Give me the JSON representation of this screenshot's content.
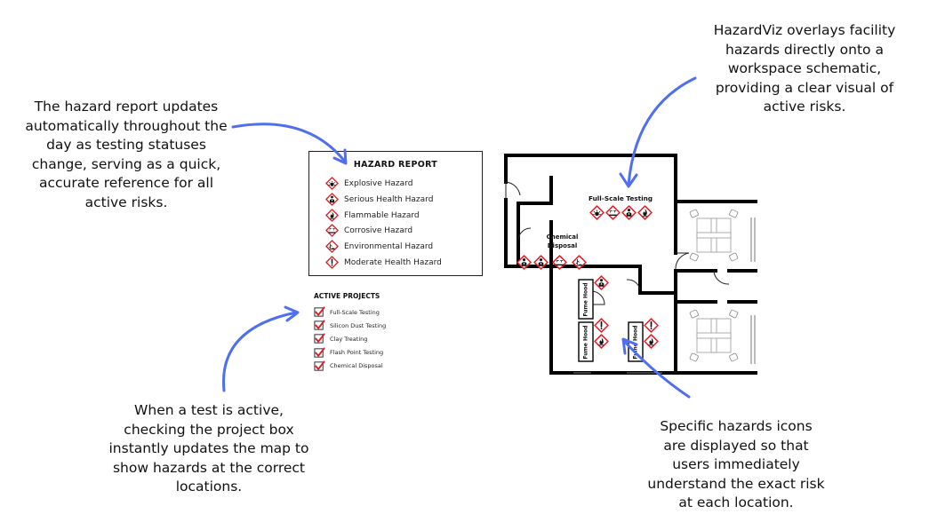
{
  "annotations": {
    "top_left": "The hazard report updates automatically throughout the day as testing statuses change, serving as a quick, accurate reference for all active risks.",
    "top_right": "HazardViz overlays facility hazards directly onto a workspace schematic, providing a clear visual of active risks.",
    "bottom_left": "When a test is active, checking the project box instantly updates the map to show hazards at the correct locations.",
    "bottom_right": "Specific hazards icons are displayed so that users immediately understand the exact risk at each location."
  },
  "hazard_report": {
    "title": "HAZARD REPORT",
    "items": [
      {
        "label": "Explosive Hazard",
        "icon": "explosive-icon"
      },
      {
        "label": "Serious Health Hazard",
        "icon": "health-hazard-icon"
      },
      {
        "label": "Flammable Hazard",
        "icon": "flame-icon"
      },
      {
        "label": "Corrosive Hazard",
        "icon": "corrosive-icon"
      },
      {
        "label": "Environmental Hazard",
        "icon": "environment-icon"
      },
      {
        "label": "Moderate Health Hazard",
        "icon": "exclamation-icon"
      }
    ]
  },
  "active_projects": {
    "title": "ACTIVE PROJECTS",
    "items": [
      {
        "label": "Full-Scale Testing",
        "checked": true
      },
      {
        "label": "Silicon Dust Testing",
        "checked": true
      },
      {
        "label": "Clay Treating",
        "checked": true
      },
      {
        "label": "Flash Point Testing",
        "checked": true
      },
      {
        "label": "Chemical Disposal",
        "checked": true
      }
    ]
  },
  "floorplan": {
    "room_full_scale": "Full-Scale Testing",
    "room_chemical": "Chemical Disposal",
    "fume_hood_label": "Fume Hood"
  },
  "colors": {
    "hazard_red": "#e0202a",
    "arrow_blue": "#4f6ff0",
    "check_red": "#d81e2a"
  }
}
